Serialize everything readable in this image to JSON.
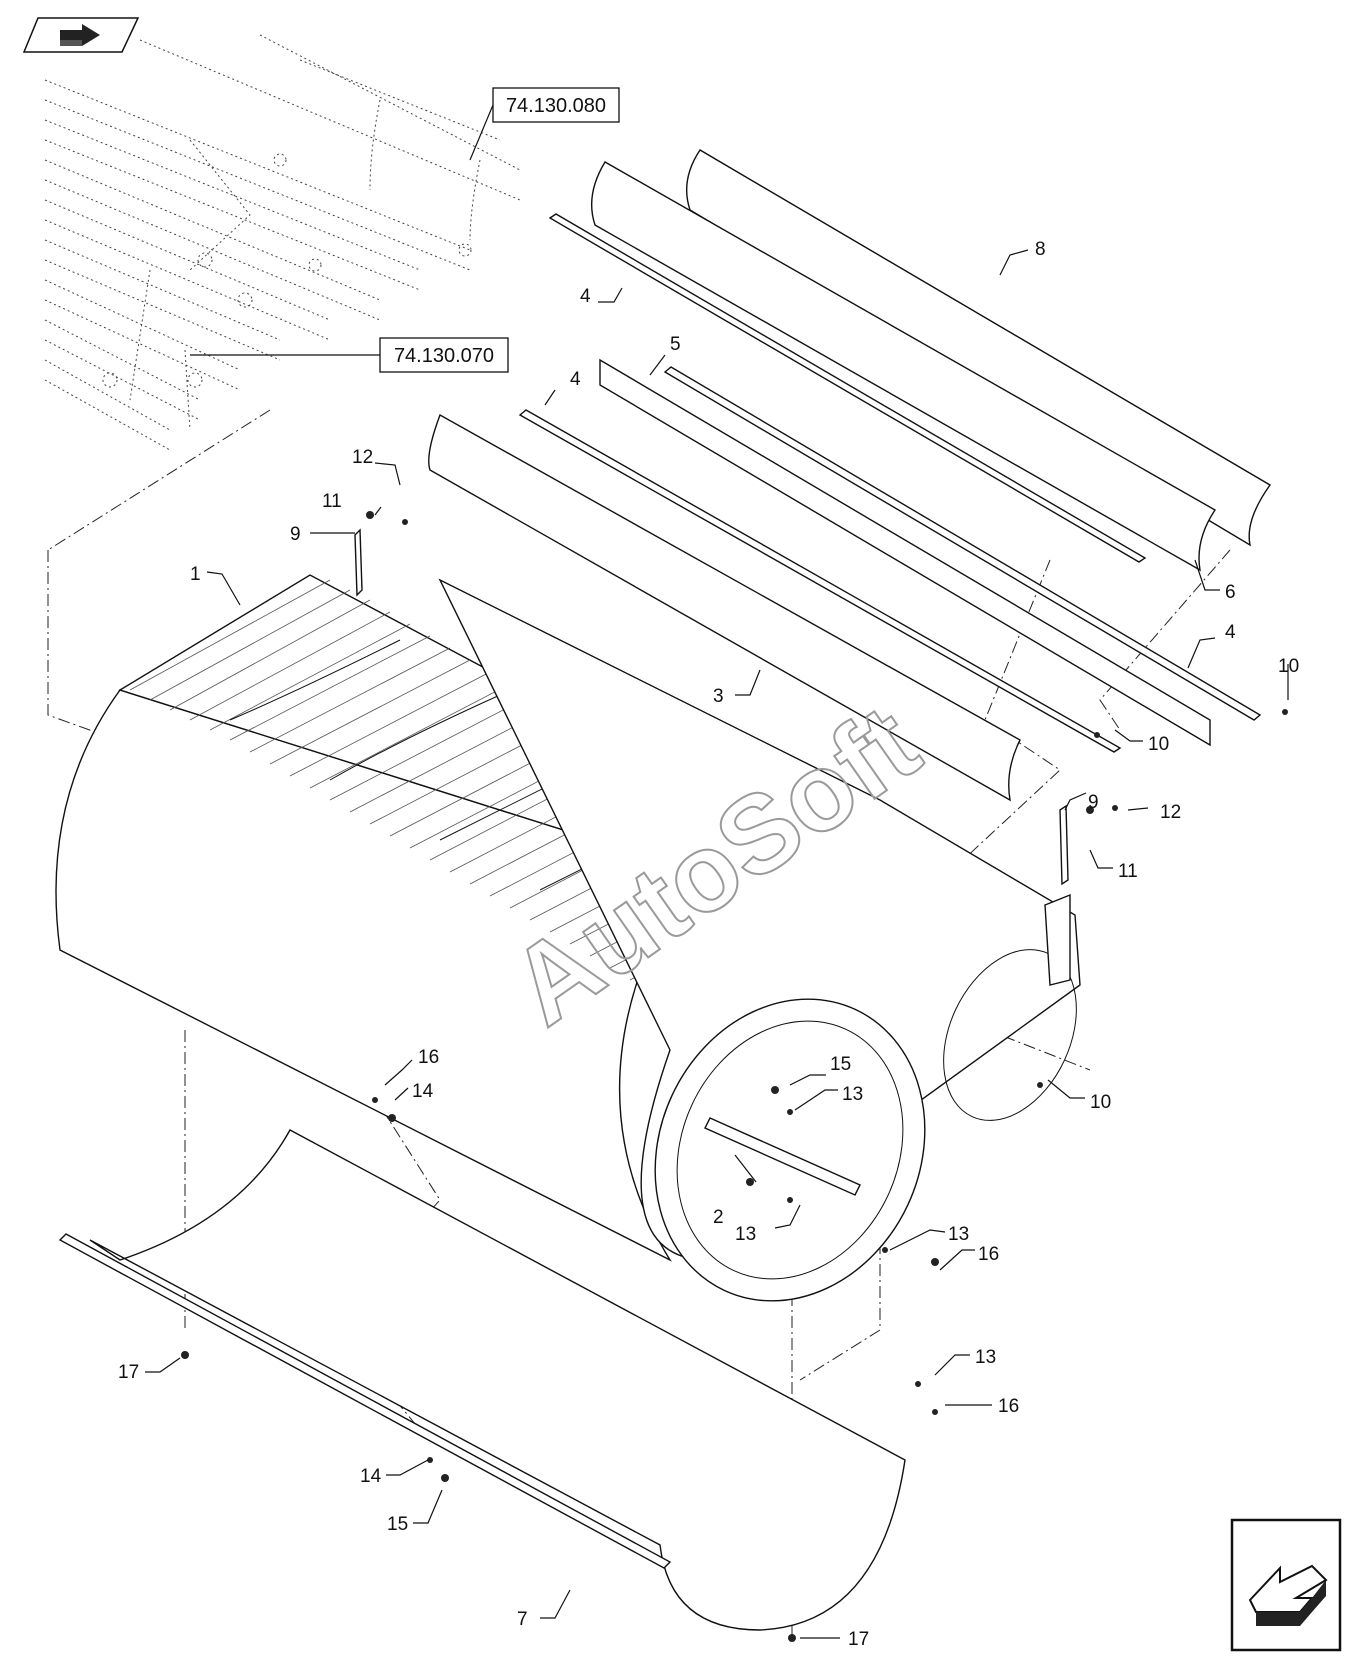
{
  "references": {
    "upper": "74.130.080",
    "lower": "74.130.070"
  },
  "watermark": "AutoSoft",
  "icons": {
    "previous_page": "arrow-right-icon",
    "next_page": "arrow-left-icon"
  },
  "callouts": [
    {
      "id": "c1",
      "text": "1"
    },
    {
      "id": "c2",
      "text": "2"
    },
    {
      "id": "c3",
      "text": "3"
    },
    {
      "id": "c4a",
      "text": "4"
    },
    {
      "id": "c4b",
      "text": "4"
    },
    {
      "id": "c4c",
      "text": "4"
    },
    {
      "id": "c5",
      "text": "5"
    },
    {
      "id": "c6",
      "text": "6"
    },
    {
      "id": "c7",
      "text": "7"
    },
    {
      "id": "c8",
      "text": "8"
    },
    {
      "id": "c9a",
      "text": "9"
    },
    {
      "id": "c9b",
      "text": "9"
    },
    {
      "id": "c10a",
      "text": "10"
    },
    {
      "id": "c10b",
      "text": "10"
    },
    {
      "id": "c10c",
      "text": "10"
    },
    {
      "id": "c11a",
      "text": "11"
    },
    {
      "id": "c11b",
      "text": "11"
    },
    {
      "id": "c12a",
      "text": "12"
    },
    {
      "id": "c12b",
      "text": "12"
    },
    {
      "id": "c13a",
      "text": "13"
    },
    {
      "id": "c13b",
      "text": "13"
    },
    {
      "id": "c13c",
      "text": "13"
    },
    {
      "id": "c13d",
      "text": "13"
    },
    {
      "id": "c14a",
      "text": "14"
    },
    {
      "id": "c14b",
      "text": "14"
    },
    {
      "id": "c15a",
      "text": "15"
    },
    {
      "id": "c15b",
      "text": "15"
    },
    {
      "id": "c16a",
      "text": "16"
    },
    {
      "id": "c16b",
      "text": "16"
    },
    {
      "id": "c16c",
      "text": "16"
    },
    {
      "id": "c17a",
      "text": "17"
    },
    {
      "id": "c17b",
      "text": "17"
    }
  ]
}
